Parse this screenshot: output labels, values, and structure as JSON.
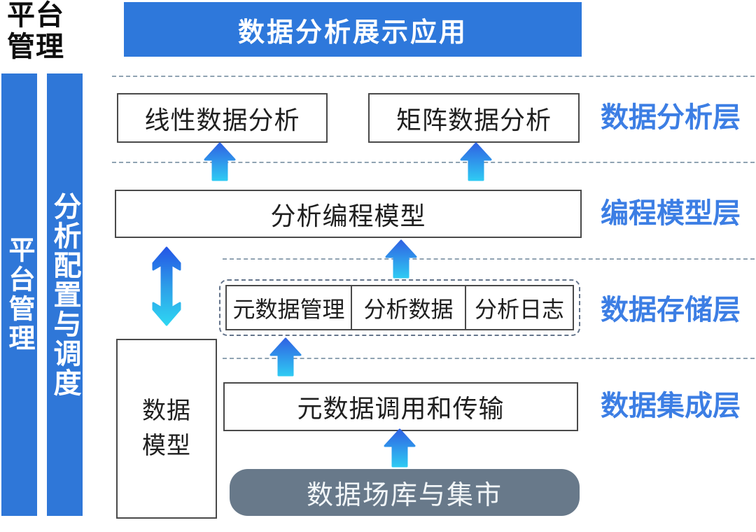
{
  "corner": {
    "line1": "平台",
    "line2": "管理"
  },
  "banner": {
    "title": "数据分析展示应用"
  },
  "sidebars": {
    "platform": "平台管理",
    "config": "分析配置与调度"
  },
  "layer_labels": {
    "analysis": "数据分析层",
    "programming": "编程模型层",
    "storage": "数据存储层",
    "integration": "数据集成层"
  },
  "boxes": {
    "linear": "线性数据分析",
    "matrix": "矩阵数据分析",
    "programming_model": "分析编程模型",
    "storage_cells": [
      "元数据管理",
      "分析数据",
      "分析日志"
    ],
    "data_model": "数据模型",
    "metadata_transfer": "元数据调用和传输",
    "data_source": "数据场库与集市"
  },
  "icons": {
    "up_arrow": "gradient block arrow pointing up",
    "double_arrow": "gradient vertical double-headed arrow"
  },
  "colors": {
    "primary_blue": "#2e78db",
    "sidebar_blue": "#2f77d8",
    "label_blue": "#3c7ee4",
    "arrow_gradient_top": "#2f63e3",
    "arrow_gradient_bottom": "#2fc9f3",
    "double_arrow_top": "#2456e6",
    "double_arrow_bottom": "#2ed6f2",
    "source_gray": "#68798a",
    "box_border": "#4a4a4a",
    "dashed_line": "#90a3b2",
    "text_dark": "#1f1f1f"
  }
}
